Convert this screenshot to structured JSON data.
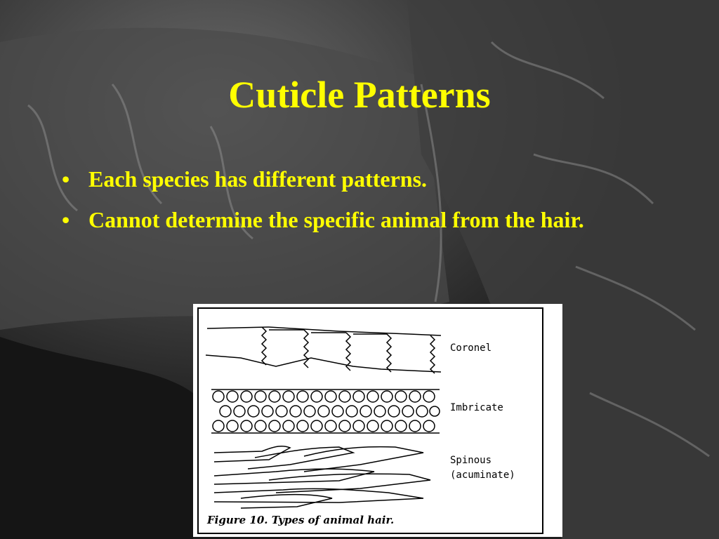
{
  "slide": {
    "title": "Cuticle Patterns",
    "bullets": [
      "Each species has different patterns.",
      "Cannot determine the specific animal from the hair."
    ],
    "bullet_glyph": "•",
    "colors": {
      "text": "#ffff00",
      "background": "#2a2a2a"
    }
  },
  "figure": {
    "labels": {
      "coronal": "Coronel",
      "imbricate": "Imbricate",
      "spinous": "Spinous",
      "spinous_sub": "(acuminate)"
    },
    "caption": "Figure 10. Types of animal hair."
  }
}
